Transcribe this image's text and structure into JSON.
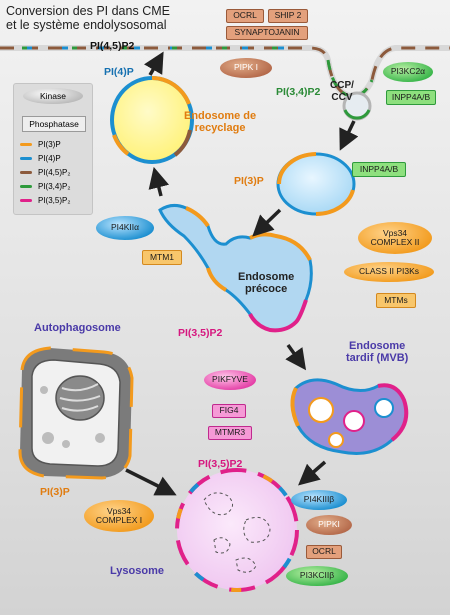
{
  "title": [
    "Conversion des PI dans CME",
    "et le système endolysosomal"
  ],
  "legend": {
    "kinase_label": "Kinase",
    "phosphatase_label": "Phosphatase",
    "items": [
      {
        "label": "PI(3)P",
        "color": "#f39a1d"
      },
      {
        "label": "PI(4)P",
        "color": "#1c8fd0"
      },
      {
        "label": "PI(4,5)P₂",
        "color": "#8c5a3c"
      },
      {
        "label": "PI(3,4)P₂",
        "color": "#2e9a3c"
      },
      {
        "label": "PI(3,5)P₂",
        "color": "#e0218a"
      }
    ]
  },
  "lipids": {
    "pm": "PI(4,5)P2",
    "recycling": "PI(4)P",
    "ccv": "PI(3,4)P2",
    "vesicle": "PI(3)P",
    "early": "PI(3,5)P2",
    "lyso": "PI(3,5)P2",
    "autophago": "PI(3)P"
  },
  "organelles": {
    "recycling": "Endosome de\nrecyclage",
    "ccp": "CCP/\nCCV",
    "early": "Endosome\nprécoce",
    "late": "Endosome\ntardif (MVB)",
    "autophagosome": "Autophagosome",
    "lysosome": "Lysosome"
  },
  "enzymes": {
    "ocrl_top": "OCRL",
    "ship2": "SHIP 2",
    "synaptojanin": "SYNAPTOJANIN",
    "pipk1": "PIPK I",
    "pi3kc2a": "PI3KC2α",
    "inpp4ab_top": "INPP4A/B",
    "inpp4ab_mid": "INPP4A/B",
    "pi4k2a": "PI4KIIα",
    "mtm1": "MTM1",
    "vps34_c2": "Vps34\nCOMPLEX II",
    "class2": "CLASS II PI3Ks",
    "mtms": "MTMs",
    "pikfyve": "PIKFYVE",
    "fig4": "FIG4",
    "mtmr3": "MTMR3",
    "vps34_c1": "Vps34\nCOMPLEX I",
    "pi4k3b": "PI4KIIIβ",
    "pipk1_low": "PIPKI",
    "ocrl_low": "OCRL",
    "pi3kc2b": "PI3KCIIβ"
  }
}
